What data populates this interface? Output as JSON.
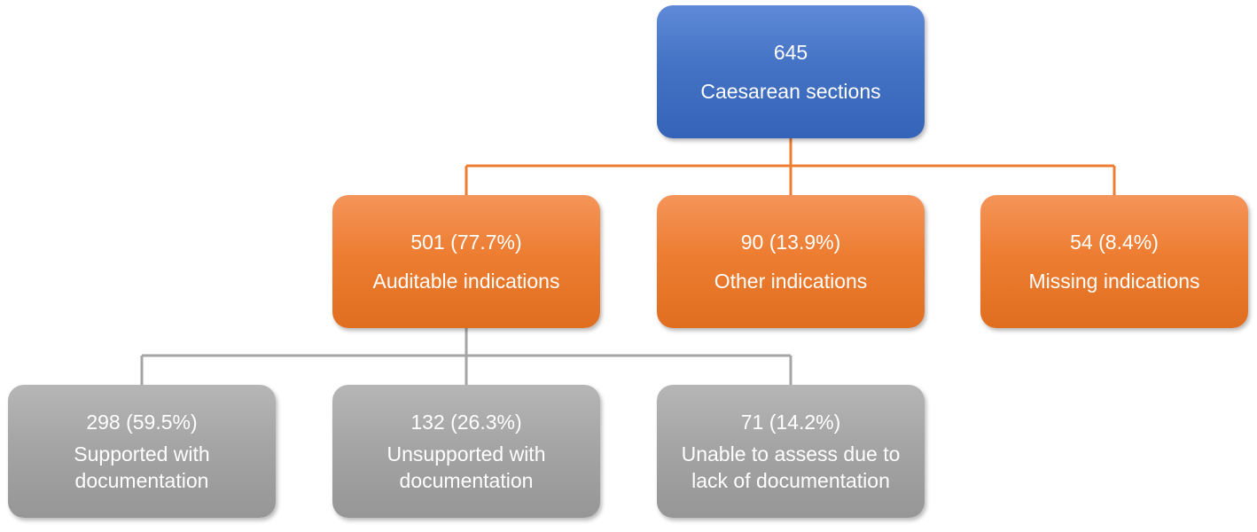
{
  "colors": {
    "root": "#4472c4",
    "level1": "#ed7d31",
    "level2": "#a5a5a5",
    "connector_level1": "#ed7d31",
    "connector_level2": "#a5a5a5",
    "text": "#ffffff"
  },
  "root": {
    "count": "645",
    "label": "Caesarean sections"
  },
  "level1": [
    {
      "count": "501 (77.7%)",
      "label": "Auditable indications"
    },
    {
      "count": "90 (13.9%)",
      "label": "Other indications"
    },
    {
      "count": "54 (8.4%)",
      "label": "Missing indications"
    }
  ],
  "level2": [
    {
      "count": "298 (59.5%)",
      "label": "Supported with\ndocumentation"
    },
    {
      "count": "132 (26.3%)",
      "label": "Unsupported with\ndocumentation"
    },
    {
      "count": "71 (14.2%)",
      "label": "Unable to assess due to\nlack of documentation"
    }
  ]
}
